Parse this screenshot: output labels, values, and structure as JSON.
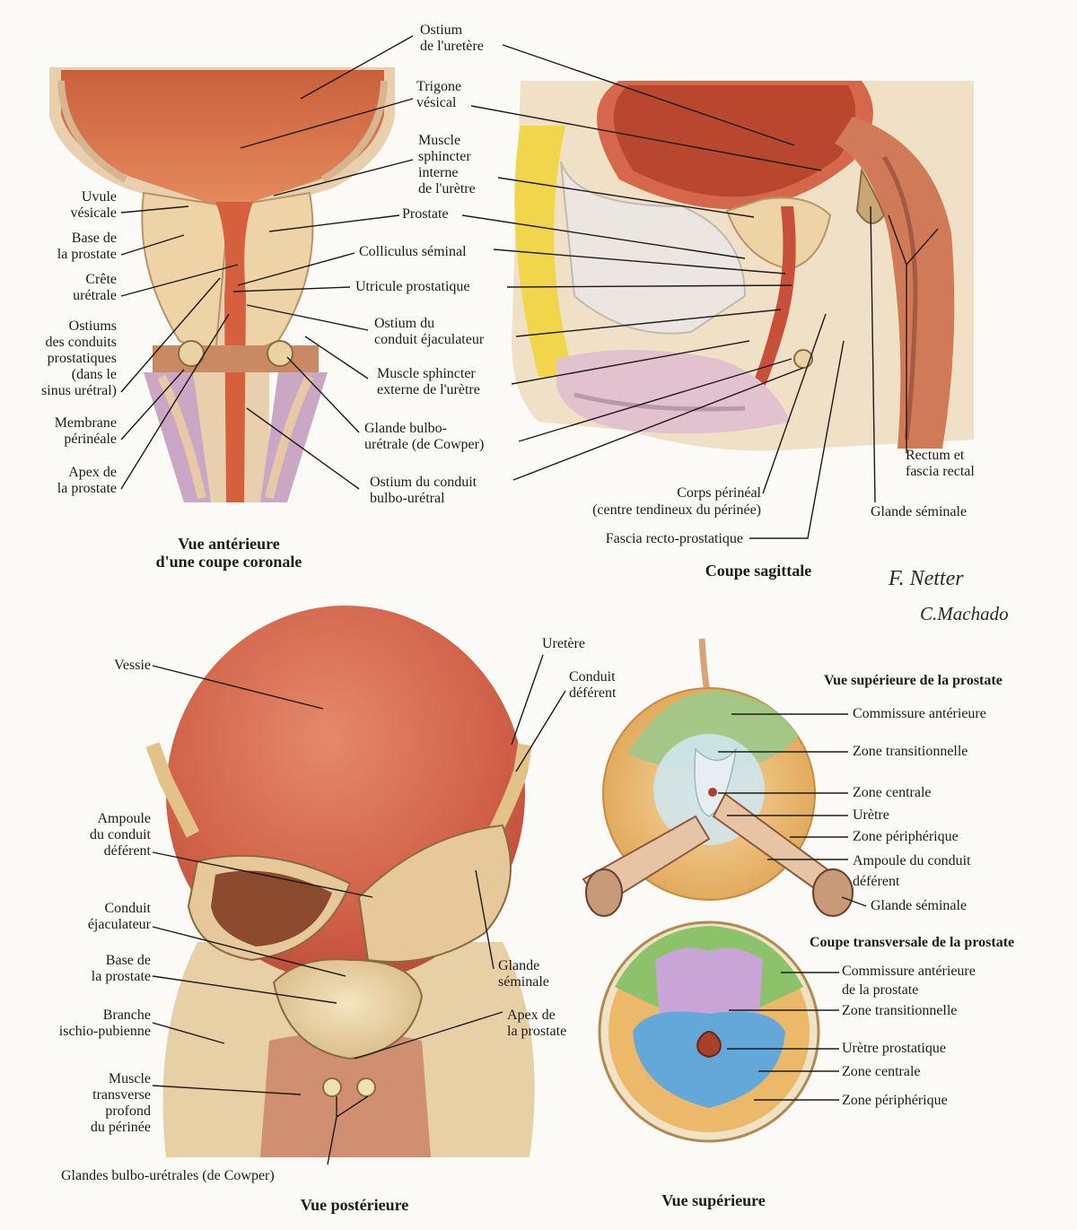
{
  "coronal": {
    "title_l1": "Vue antérieure",
    "title_l2": "d'une coupe coronale",
    "labels": {
      "ostium_uretere_1": "Ostium",
      "ostium_uretere_2": "de l'uretère",
      "trigone_1": "Trigone",
      "trigone_2": "vésical",
      "sphincter_int_1": "Muscle",
      "sphincter_int_2": "sphincter",
      "sphincter_int_3": "interne",
      "sphincter_int_4": "de l'urètre",
      "uvule_1": "Uvule",
      "uvule_2": "vésicale",
      "prostate": "Prostate",
      "base_1": "Base de",
      "base_2": "la prostate",
      "colliculus": "Colliculus séminal",
      "crete_1": "Crête",
      "crete_2": "urétrale",
      "utricule": "Utricule prostatique",
      "ostiums_1": "Ostiums",
      "ostiums_2": "des conduits",
      "ostiums_3": "prostatiques",
      "ostiums_4": "(dans le",
      "ostiums_5": "sinus urétral)",
      "ejac_1": "Ostium du",
      "ejac_2": "conduit éjaculateur",
      "sphincter_ext_1": "Muscle sphincter",
      "sphincter_ext_2": "externe de l'urètre",
      "membrane_1": "Membrane",
      "membrane_2": "périnéale",
      "glande_bulbo_1": "Glande bulbo-",
      "glande_bulbo_2": "urétrale (de Cowper)",
      "apex_1": "Apex de",
      "apex_2": "la prostate",
      "ostium_bulbo_1": "Ostium du conduit",
      "ostium_bulbo_2": "bulbo-urétral"
    }
  },
  "sagittal": {
    "title": "Coupe sagittale",
    "labels": {
      "rectum_1": "Rectum et",
      "rectum_2": "fascia rectal",
      "corps_1": "Corps périnéal",
      "corps_2": "(centre tendineux du périnée)",
      "glande_seminale": "Glande séminale",
      "fascia": "Fascia recto-prostatique"
    }
  },
  "signature": {
    "line1": "F. Netter",
    "line2": "C.Machado"
  },
  "posterior": {
    "title": "Vue postérieure",
    "labels": {
      "vessie": "Vessie",
      "uretere": "Uretère",
      "deferent_1": "Conduit",
      "deferent_2": "déférent",
      "ampoule_1": "Ampoule",
      "ampoule_2": "du conduit",
      "ampoule_3": "déférent",
      "ejaculateur_1": "Conduit",
      "ejaculateur_2": "éjaculateur",
      "seminale_1": "Glande",
      "seminale_2": "séminale",
      "base_1": "Base de",
      "base_2": "la prostate",
      "apex_1": "Apex de",
      "apex_2": "la prostate",
      "branche_1": "Branche",
      "branche_2": "ischio-pubienne",
      "transverse_1": "Muscle",
      "transverse_2": "transverse",
      "transverse_3": "profond",
      "transverse_4": "du périnée",
      "cowper": "Glandes bulbo-urétrales (de Cowper)"
    }
  },
  "superior": {
    "title": "Vue supérieure",
    "prostate_title": "Vue supérieure de la prostate",
    "labels": {
      "commissure": "Commissure antérieure",
      "transitionnelle": "Zone transitionnelle",
      "centrale": "Zone centrale",
      "uretre": "Urètre",
      "peripherique": "Zone périphérique",
      "ampoule_1": "Ampoule du conduit",
      "ampoule_2": "déférent",
      "glande": "Glande séminale"
    },
    "transverse_title": "Coupe transversale de la prostate",
    "transverse_labels": {
      "commissure_1": "Commissure antérieure",
      "commissure_2": "de la prostate",
      "transitionnelle": "Zone transitionnelle",
      "uretre": "Urètre prostatique",
      "centrale": "Zone centrale",
      "peripherique": "Zone périphérique"
    }
  },
  "colors": {
    "tissue": "#d9643e",
    "tissue_dark": "#a8402a",
    "prostate": "#eed3a6",
    "bone": "#e8cfae",
    "fat": "#f1d64b",
    "muscle": "#c5754f",
    "green_zone": "#8cc26a",
    "blue_zone": "#63a8d9",
    "violet_zone": "#c8a5d6",
    "orange_zone": "#ecb86a"
  }
}
